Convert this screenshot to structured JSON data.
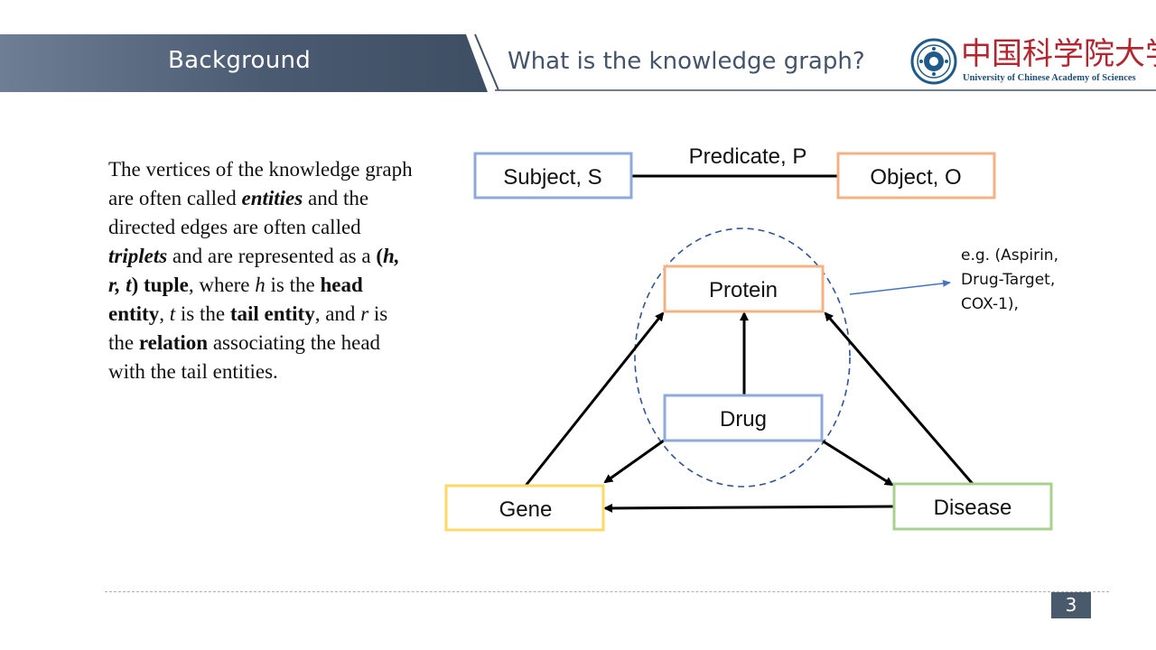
{
  "header": {
    "section": "Background",
    "title": "What is the knowledge graph?"
  },
  "logo": {
    "chinese_name": "中国科学院大学",
    "english_name": "University of Chinese Academy of Sciences"
  },
  "body": {
    "t1": "The vertices of the knowledge graph are often called ",
    "e1": "entities",
    "t2": " and the directed edges are often called ",
    "e2": "triplets",
    "t3": " and are represented as a ",
    "tuple_a": "(",
    "tuple_h": "h, r, t",
    "tuple_b": ") tuple",
    "t4": ", where ",
    "h": "h",
    "t5": " is the ",
    "head": "head entity",
    "t6": ", ",
    "t": "t",
    "t7": " is the ",
    "tail": "tail entity",
    "t8": ", and ",
    "r": "r",
    "t9": " is the ",
    "relation": "relation",
    "t10": " associating the head with the tail entities."
  },
  "diagram": {
    "predicate": "Predicate, P",
    "subject": "Subject, S",
    "object": "Object, O",
    "protein": "Protein",
    "drug": "Drug",
    "gene": "Gene",
    "disease": "Disease",
    "colors": {
      "subject": "#8eaadb",
      "object": "#f4b183",
      "protein": "#f4b183",
      "drug": "#8eaadb",
      "gene": "#ffd966",
      "disease": "#a9d18e",
      "ellipse": "#2f5597",
      "note_arrow": "#4472c4"
    }
  },
  "note": {
    "line1": "e.g. (Aspirin,",
    "line2": "Drug-Target,",
    "line3": "COX-1),"
  },
  "footer": {
    "page_number": "3"
  }
}
